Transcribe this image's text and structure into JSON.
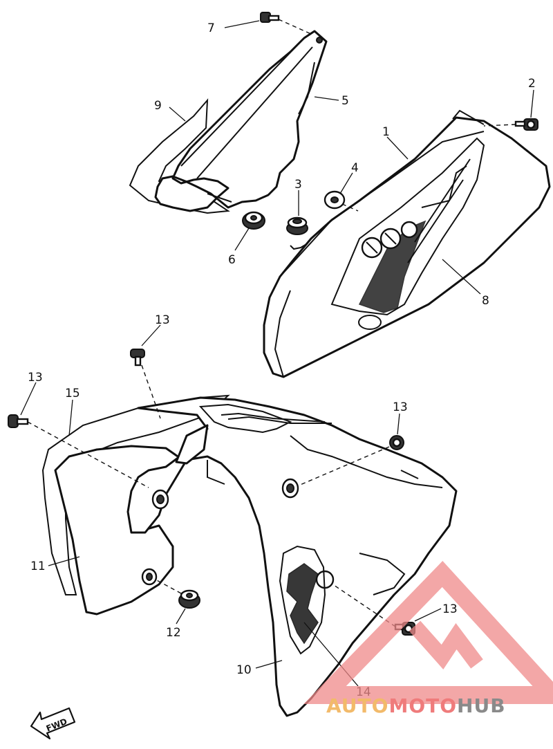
{
  "diagram": {
    "callouts": [
      {
        "id": "callout-1",
        "label": "1"
      },
      {
        "id": "callout-2",
        "label": "2"
      },
      {
        "id": "callout-3",
        "label": "3"
      },
      {
        "id": "callout-4",
        "label": "4"
      },
      {
        "id": "callout-5",
        "label": "5"
      },
      {
        "id": "callout-6",
        "label": "6"
      },
      {
        "id": "callout-7",
        "label": "7"
      },
      {
        "id": "callout-8",
        "label": "8"
      },
      {
        "id": "callout-9",
        "label": "9"
      },
      {
        "id": "callout-10",
        "label": "10"
      },
      {
        "id": "callout-11",
        "label": "11"
      },
      {
        "id": "callout-12",
        "label": "12"
      },
      {
        "id": "callout-13a",
        "label": "13"
      },
      {
        "id": "callout-13b",
        "label": "13"
      },
      {
        "id": "callout-13c",
        "label": "13"
      },
      {
        "id": "callout-13d",
        "label": "13"
      },
      {
        "id": "callout-14",
        "label": "14"
      },
      {
        "id": "callout-15",
        "label": "15"
      }
    ],
    "direction_arrow": {
      "label": "FWD"
    },
    "line_color": "#111111",
    "background": "#ffffff"
  },
  "watermark": {
    "part1": "AUTO",
    "part2": "MOTO",
    "part3": "HUB",
    "colors": {
      "auto": "#f2ba6a",
      "moto": "#ef7b7b",
      "hub": "#8a8a8a",
      "triangle": "#ef8a8a"
    }
  }
}
